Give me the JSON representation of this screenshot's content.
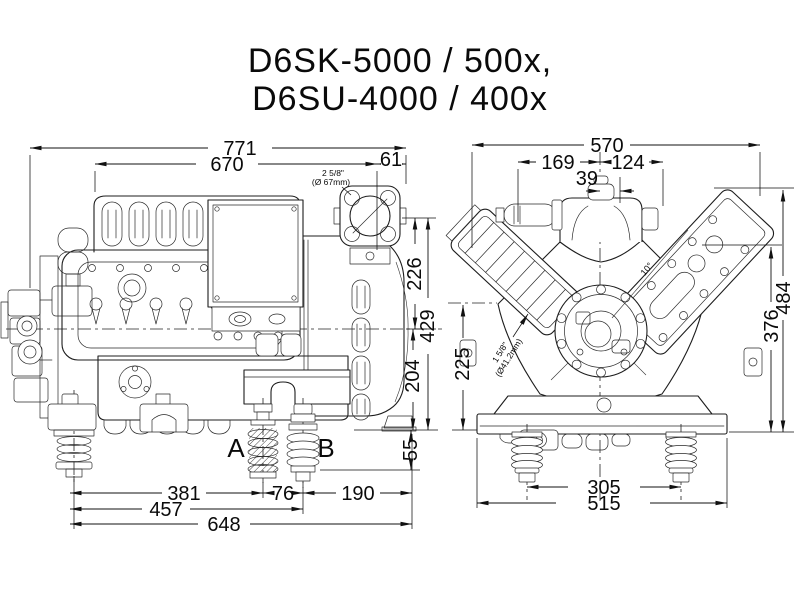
{
  "colors": {
    "ink": "#1a1a1a",
    "background": "#ffffff"
  },
  "title": {
    "line1": "D6SK-5000 / 500x,",
    "line2": "D6SU-4000 / 400x"
  },
  "side_view": {
    "dims": {
      "overall_length": "771",
      "body_length": "670",
      "flange_offset": "61",
      "suction_to_center": "226",
      "suction_to_feet": "429",
      "center_to_feet": "204",
      "spring_height": "55",
      "left_to_spring_a": "381",
      "spring_a_to_b": "76",
      "spring_b_to_end": "190",
      "left_to_spring_b": "457",
      "overall_feet_span": "648"
    },
    "suction_note_line1": "2 5/8\"",
    "suction_note_line2": "(Ø 67mm)",
    "mount_label_a": "A",
    "mount_label_b": "B"
  },
  "front_view": {
    "dims": {
      "overall_width": "570",
      "center_to_left": "169",
      "center_to_right": "124",
      "pipe_offset": "39",
      "overall_height": "484",
      "plate_height": "376",
      "connection_height": "225",
      "spring_spacing": "305",
      "base_width": "515"
    },
    "angle_note": "10°",
    "connection_note_line1": "1 5/8\"",
    "connection_note_line2": "(Ø41.2mm)"
  }
}
